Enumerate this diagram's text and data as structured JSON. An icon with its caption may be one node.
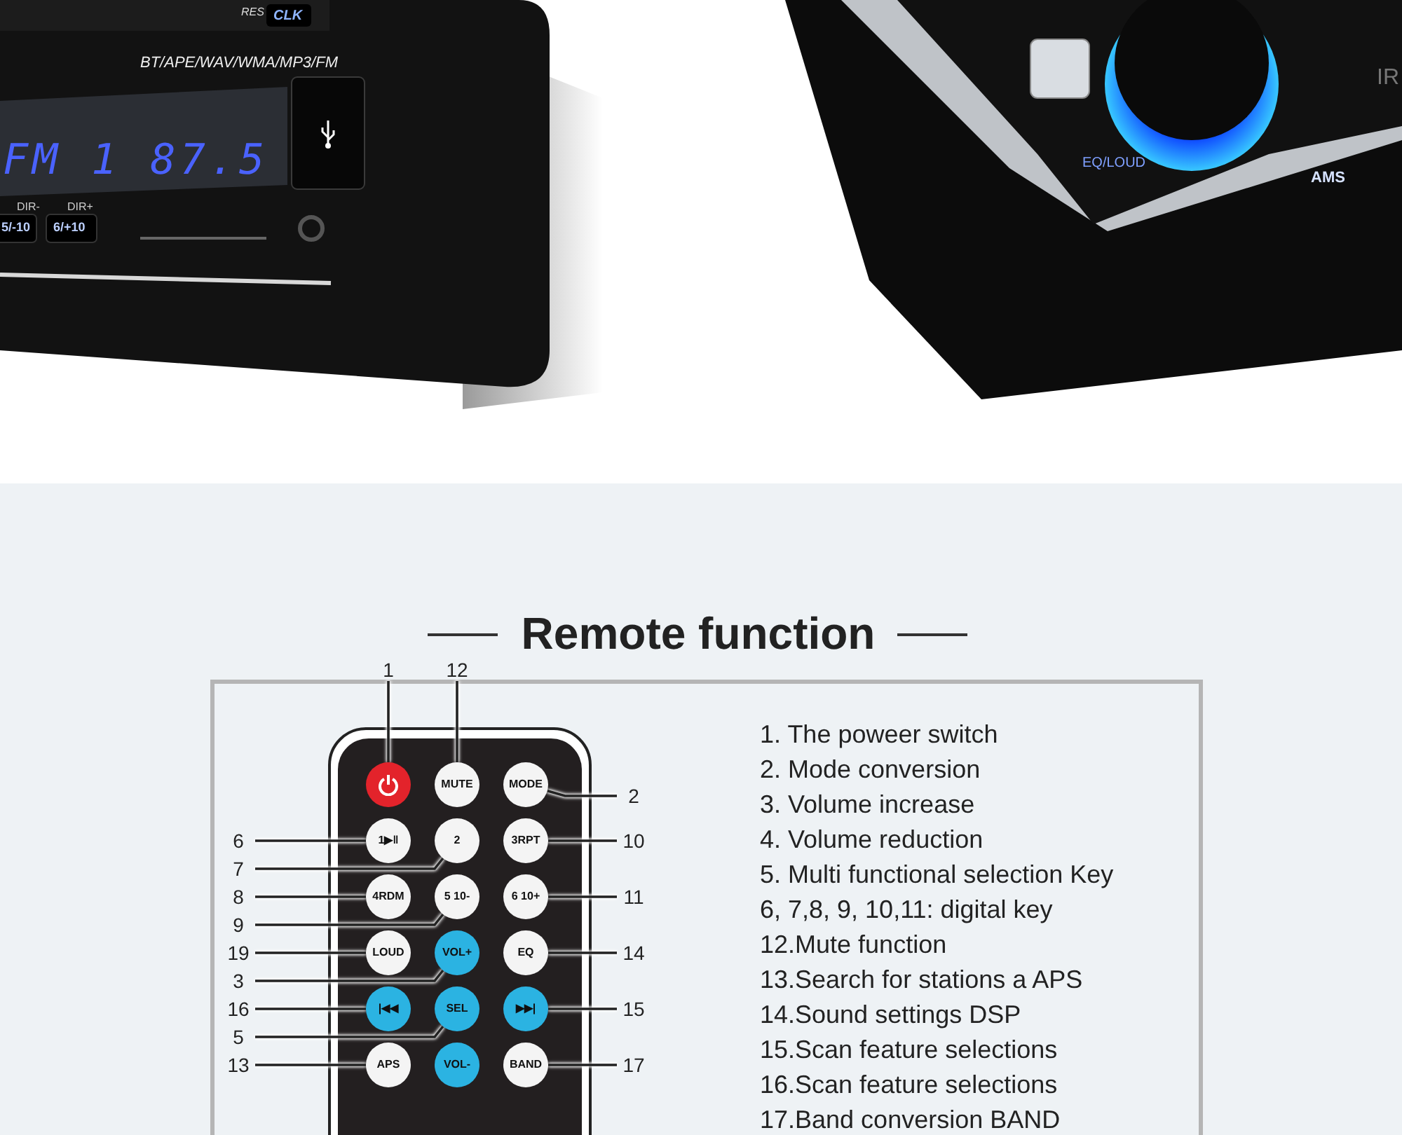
{
  "diagram": {
    "title": "Remote function",
    "nodes": [
      {
        "text": [
          "1"
        ]
      },
      {
        "text": [
          "12"
        ]
      },
      {
        "text": [
          "2"
        ]
      },
      {
        "text": [
          "6"
        ]
      },
      {
        "text": [
          "10"
        ]
      },
      {
        "text": [
          "7"
        ]
      },
      {
        "text": [
          "8"
        ]
      },
      {
        "text": [
          "11"
        ]
      },
      {
        "text": [
          "9"
        ]
      },
      {
        "text": [
          "19"
        ]
      },
      {
        "text": [
          "14"
        ]
      },
      {
        "text": [
          "3"
        ]
      },
      {
        "text": [
          "16"
        ]
      },
      {
        "text": [
          "15"
        ]
      },
      {
        "text": [
          "5"
        ]
      },
      {
        "text": [
          "13"
        ]
      },
      {
        "text": [
          "17"
        ]
      },
      {
        "text": [],
        "shape": "circle"
      },
      {
        "text": [
          "MUTE"
        ]
      },
      {
        "text": [
          "MODE"
        ]
      },
      {
        "text": [
          "1▶‖"
        ]
      },
      {
        "text": [
          "2"
        ]
      },
      {
        "text": [
          "3RPT"
        ]
      },
      {
        "text": [
          "4RDM"
        ]
      },
      {
        "text": [
          "5 10-"
        ]
      },
      {
        "text": [
          "6 10+"
        ]
      },
      {
        "text": [
          "LOUD"
        ]
      },
      {
        "text": [
          "VOL+"
        ]
      },
      {
        "text": [
          "EQ"
        ]
      },
      {
        "text": [
          "|◀◀"
        ]
      },
      {
        "text": [
          "SEL"
        ]
      },
      {
        "text": [
          "▶▶|"
        ]
      },
      {
        "text": [
          "APS"
        ]
      },
      {
        "text": [
          "VOL-"
        ]
      },
      {
        "text": [
          "BAND"
        ]
      }
    ],
    "edges": [
      {
        "from": 0,
        "to": 17,
        "arrow": "none"
      },
      {
        "from": 1,
        "to": 18,
        "arrow": "none"
      },
      {
        "from": 2,
        "to": 19,
        "arrow": "none"
      },
      {
        "from": 3,
        "to": 20,
        "arrow": "none"
      },
      {
        "from": 4,
        "to": 22,
        "arrow": "none"
      },
      {
        "from": 5,
        "to": 21,
        "arrow": "none"
      },
      {
        "from": 6,
        "to": 23,
        "arrow": "none"
      },
      {
        "from": 7,
        "to": 25,
        "arrow": "none"
      },
      {
        "from": 8,
        "to": 24,
        "arrow": "none"
      },
      {
        "from": 9,
        "to": 26,
        "arrow": "none"
      },
      {
        "from": 10,
        "to": 28,
        "arrow": "none"
      },
      {
        "from": 11,
        "to": 27,
        "arrow": "none"
      },
      {
        "from": 12,
        "to": 29,
        "arrow": "none"
      },
      {
        "from": 13,
        "to": 31,
        "arrow": "none"
      },
      {
        "from": 14,
        "to": 30,
        "arrow": "none"
      },
      {
        "from": 15,
        "to": 32,
        "arrow": "none"
      },
      {
        "from": 16,
        "to": 34,
        "arrow": "none"
      }
    ],
    "labels": [
      "RES",
      "CLK",
      "BT/APE/WAV/WMA/MP3/FM",
      "FM 1 87.5",
      "DIR-",
      "DIR+",
      "5/-10",
      "6/+10",
      "EQ/LOUD",
      "AMS",
      "IR",
      "1. The poweer switch",
      "2. Mode conversion",
      "3. Volume increase",
      "4. Volume reduction",
      "5. Multi functional selection Key",
      "6, 7,8, 9, 10,11: digital key",
      "12.Mute function",
      "13.Search for stations a APS",
      "14.Sound settings DSP",
      "15.Scan feature selections",
      "16.Scan feature selections",
      "17.Band conversion BAND"
    ]
  }
}
